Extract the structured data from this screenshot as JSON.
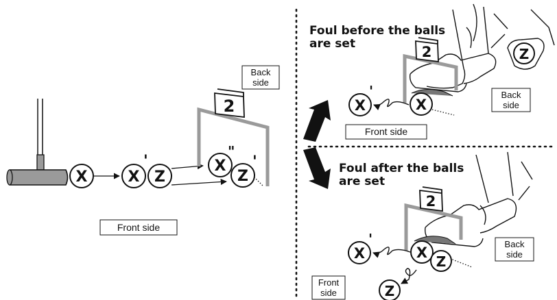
{
  "panels": {
    "left": {
      "gate_number": "2",
      "labels": {
        "back_side": [
          "Back",
          "side"
        ],
        "front_side": "Front side"
      },
      "balls": {
        "x": "X",
        "x_prime": "X",
        "x_prime_mark": "'",
        "z": "Z",
        "x_double": "X",
        "x_double_mark": "\"",
        "z_prime": "Z",
        "z_prime_mark": "'"
      }
    },
    "top_right": {
      "title_lines": [
        "Foul before the balls",
        "are set"
      ],
      "gate_number": "2",
      "labels": {
        "back_side": [
          "Back",
          "side"
        ],
        "front_side": "Front side"
      },
      "balls": {
        "x_prime": "X",
        "x_prime_mark": "'",
        "x": "X",
        "z": "Z"
      }
    },
    "bottom_right": {
      "title_lines": [
        "Foul after the balls",
        "are set"
      ],
      "gate_number": "2",
      "labels": {
        "back_side": [
          "Back",
          "side"
        ],
        "front_side": [
          "Front",
          "side"
        ]
      },
      "balls": {
        "x_prime": "X",
        "x_prime_mark": "'",
        "x": "X",
        "z_at_gate": "Z",
        "z_deflected": "Z"
      }
    }
  },
  "colors": {
    "gate": "#9a9a9a",
    "mallet": "#9a9a9a",
    "ink": "#111111"
  },
  "icons": {
    "mallet": "mallet-icon",
    "foot": "player-foot-icon",
    "hand": "hand-holding-ball-icon",
    "double_arrow": "double-headed-arrow-icon"
  }
}
